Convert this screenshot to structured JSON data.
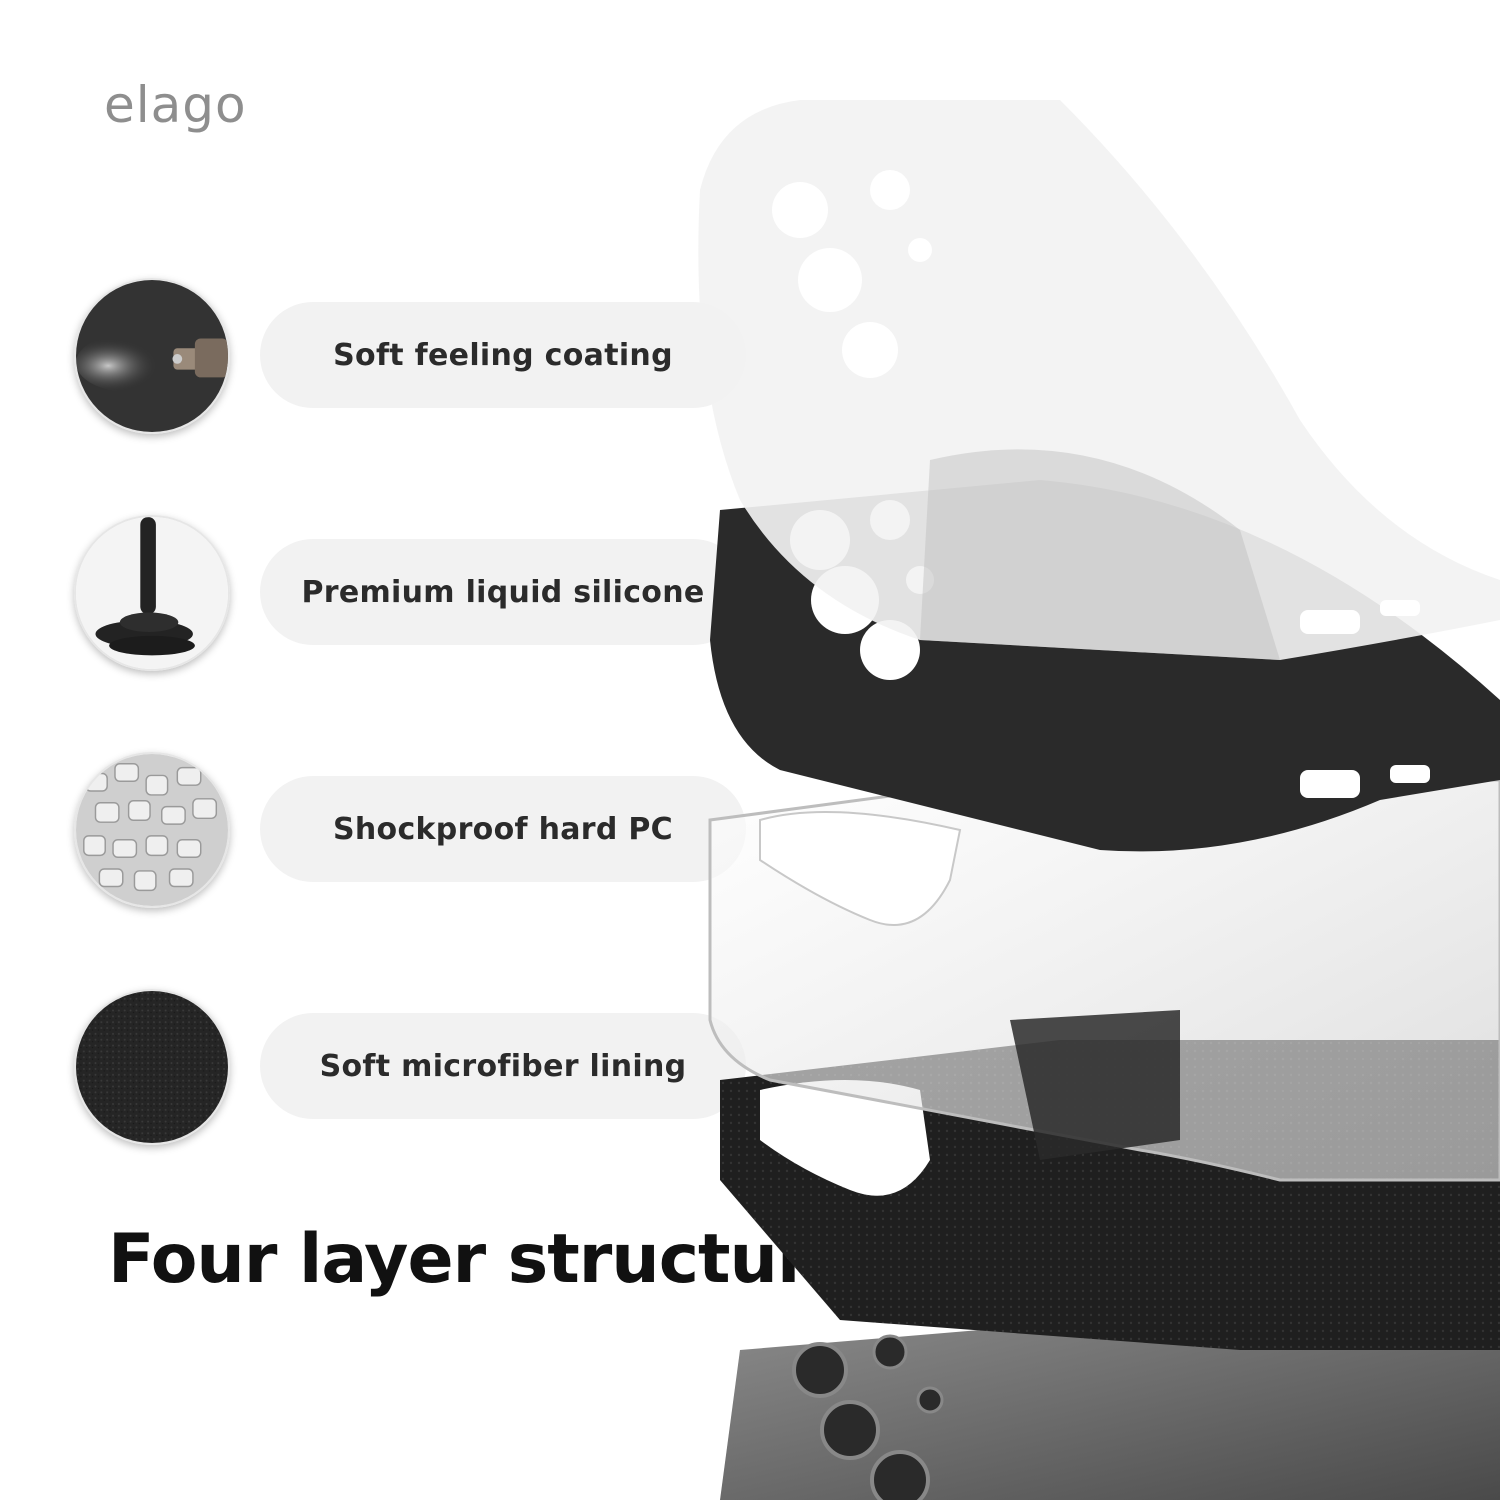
{
  "brand": {
    "logo_text": "elago"
  },
  "features": [
    {
      "label": "Soft feeling coating",
      "icon": "spray-coating-icon"
    },
    {
      "label": "Premium liquid silicone",
      "icon": "liquid-silicone-icon"
    },
    {
      "label": "Shockproof hard PC",
      "icon": "pc-granules-icon"
    },
    {
      "label": "Soft microfiber lining",
      "icon": "microfiber-icon"
    }
  ],
  "headline": "Four layer structure",
  "colors": {
    "pill_background": "#f2f2f2",
    "silicone_black": "#2a2a2a",
    "microfiber_black": "#1f1f1f",
    "coating_white": "#f5f5f5"
  }
}
